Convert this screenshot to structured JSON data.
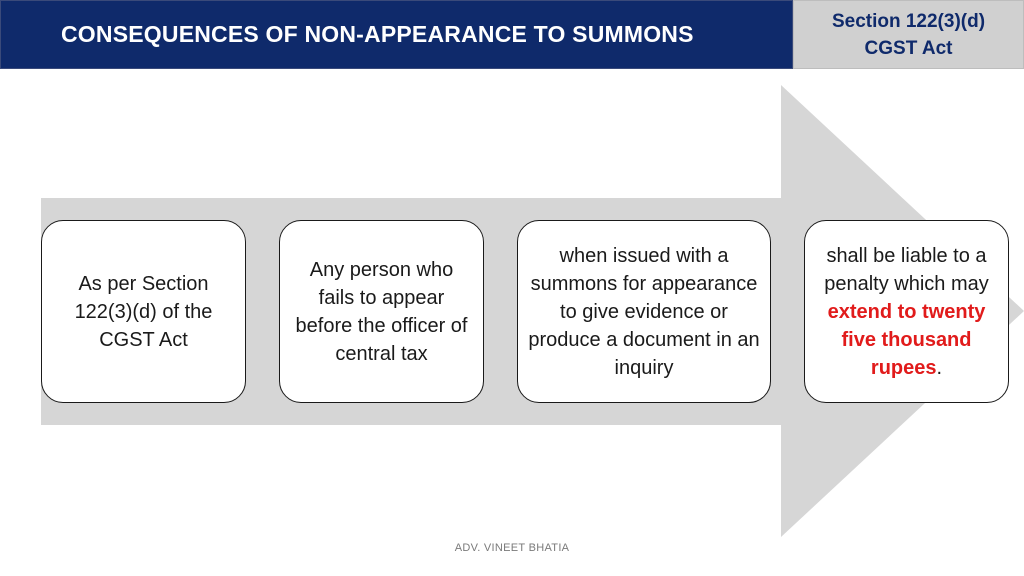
{
  "header": {
    "title": "CONSEQUENCES OF NON-APPEARANCE TO SUMMONS",
    "section_ref_line1": "Section 122(3)(d)",
    "section_ref_line2": "CGST Act"
  },
  "steps": [
    {
      "text": "As per Section 122(3)(d) of the CGST Act"
    },
    {
      "text": "Any person who fails to appear before the officer of central tax"
    },
    {
      "text": "when issued with a summons for appearance to give evidence or produce a document in an inquiry"
    },
    {
      "text_before": "shall be liable to a penalty which may ",
      "highlight": "extend to twenty five thousand rupees",
      "text_after": "."
    }
  ],
  "footer": {
    "author": "ADV. VINEET BHATIA"
  },
  "colors": {
    "header_bg": "#0f2a6b",
    "section_ref_bg": "#d0d0d0",
    "arrow": "#d6d6d6",
    "highlight": "#e11b1b"
  }
}
